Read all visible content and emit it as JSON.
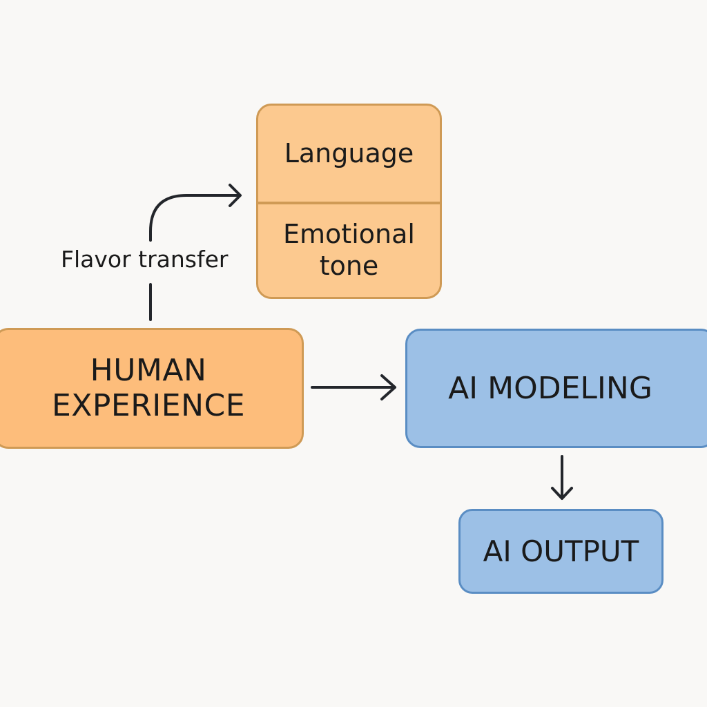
{
  "diagram": {
    "nodes": {
      "language": {
        "label": "Language"
      },
      "emotional_tone": {
        "line1": "Emotional",
        "line2": "tone"
      },
      "human_experience": {
        "line1": "HUMAN",
        "line2": "EXPERIENCE"
      },
      "ai_modeling": {
        "label": "AI MODELING"
      },
      "ai_output": {
        "label": "AI OUTPUT"
      }
    },
    "edges": {
      "flavor_transfer": {
        "label": "Flavor transfer",
        "from": "HUMAN EXPERIENCE",
        "to": "Language / Emotional tone"
      },
      "human_to_modeling": {
        "from": "HUMAN EXPERIENCE",
        "to": "AI MODELING"
      },
      "modeling_to_output": {
        "from": "AI MODELING",
        "to": "AI OUTPUT"
      }
    },
    "colors": {
      "background": "#f9f8f6",
      "orange_fill": "#fdbd7b",
      "orange_light_fill": "#fcc98f",
      "orange_border": "#cf9a55",
      "blue_fill": "#9cc0e6",
      "blue_border": "#5a8dc3",
      "arrow": "#23262b",
      "text": "#1a1a1a"
    }
  }
}
